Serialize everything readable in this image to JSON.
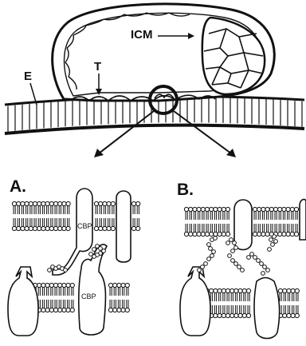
{
  "top_labels": {
    "icm": "ICM",
    "e": "E",
    "t": "T"
  },
  "panels": [
    {
      "letter": "A.",
      "protein_label_1": "CBP",
      "protein_label_2": "CBP"
    },
    {
      "letter": "B."
    }
  ],
  "colors": {
    "ink": "#111111",
    "paper": "#ffffff"
  }
}
